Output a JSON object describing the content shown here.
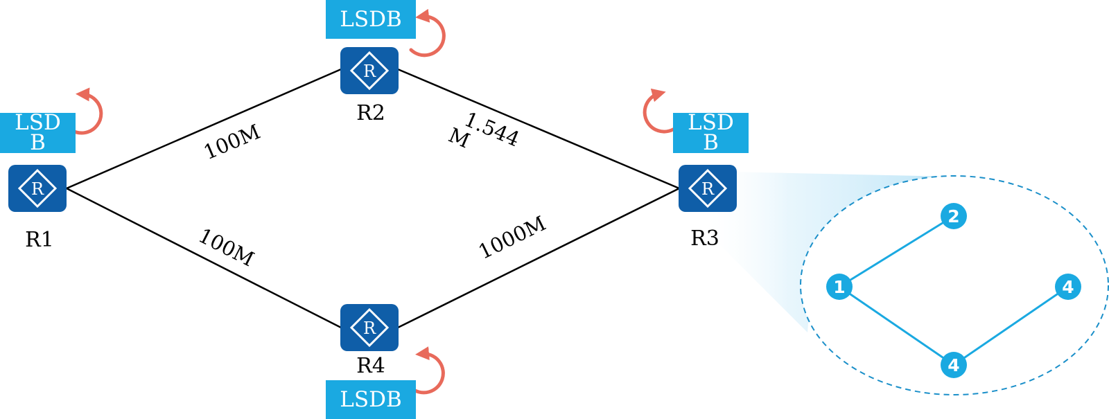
{
  "colors": {
    "router": "#0f5ea8",
    "lsdb": "#1aa9e1",
    "refresh": "#e86a5b",
    "tree": "#1aa9e1",
    "link": "#000000"
  },
  "routers": [
    {
      "id": "R1",
      "label": "R1",
      "lsdb_lines": [
        "LSD",
        "B"
      ]
    },
    {
      "id": "R2",
      "label": "R2",
      "lsdb_lines": [
        "LSDB"
      ]
    },
    {
      "id": "R3",
      "label": "R3",
      "lsdb_lines": [
        "LSD",
        "B"
      ]
    },
    {
      "id": "R4",
      "label": "R4",
      "lsdb_lines": [
        "LSDB"
      ]
    }
  ],
  "router_icon_letter": "R",
  "links": [
    {
      "from": "R1",
      "to": "R2",
      "label": "100M"
    },
    {
      "from": "R2",
      "to": "R3",
      "label_lines": [
        "1.544",
        "M"
      ]
    },
    {
      "from": "R1",
      "to": "R4",
      "label": "100M"
    },
    {
      "from": "R4",
      "to": "R3",
      "label": "1000M"
    }
  ],
  "spf_tree": {
    "nodes": [
      {
        "id": "a",
        "label": "1"
      },
      {
        "id": "b",
        "label": "2"
      },
      {
        "id": "c",
        "label": "4"
      },
      {
        "id": "d",
        "label": "4"
      }
    ],
    "edges": [
      [
        "a",
        "b"
      ],
      [
        "a",
        "c"
      ],
      [
        "c",
        "d"
      ]
    ]
  },
  "icons": [
    "router-icon",
    "refresh-icon"
  ]
}
